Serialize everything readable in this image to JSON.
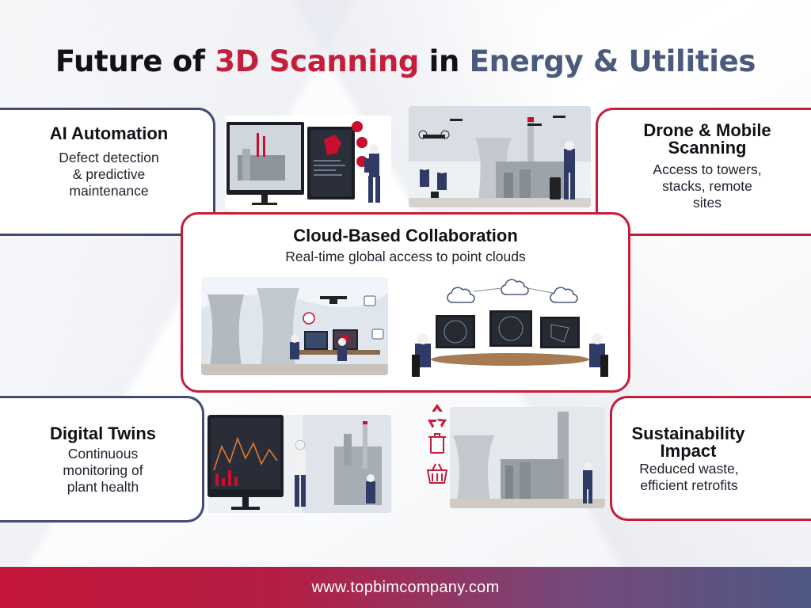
{
  "title": {
    "part1": "Future of ",
    "part2": "3D Scanning",
    "part3": " in ",
    "part4": "Energy & Utilities"
  },
  "cards": {
    "ai": {
      "title": "AI Automation",
      "text": [
        "Defect detection",
        "& predictive",
        "maintenance"
      ]
    },
    "drone": {
      "title": [
        "Drone & Mobile",
        "Scanning"
      ],
      "text": [
        "Access to towers,",
        "stacks, remote",
        "sites"
      ]
    },
    "cloud": {
      "title": "Cloud-Based Collaboration",
      "text": "Real-time global access to point clouds"
    },
    "twins": {
      "title": "Digital Twins",
      "text": [
        "Continuous",
        "monitoring of",
        "plant health"
      ]
    },
    "sustain": {
      "title": [
        "Sustainability",
        "Impact"
      ],
      "text": [
        "Reduced waste,",
        "efficient retrofits"
      ]
    }
  },
  "icons": [
    "recycle-icon",
    "recycle-bin-icon",
    "shopping-basket-icon"
  ],
  "colors": {
    "red": "#c41e3a",
    "navy": "#434b72",
    "slate": "#4a5a7c"
  },
  "footer": {
    "url": "www.topbimcompany.com"
  }
}
